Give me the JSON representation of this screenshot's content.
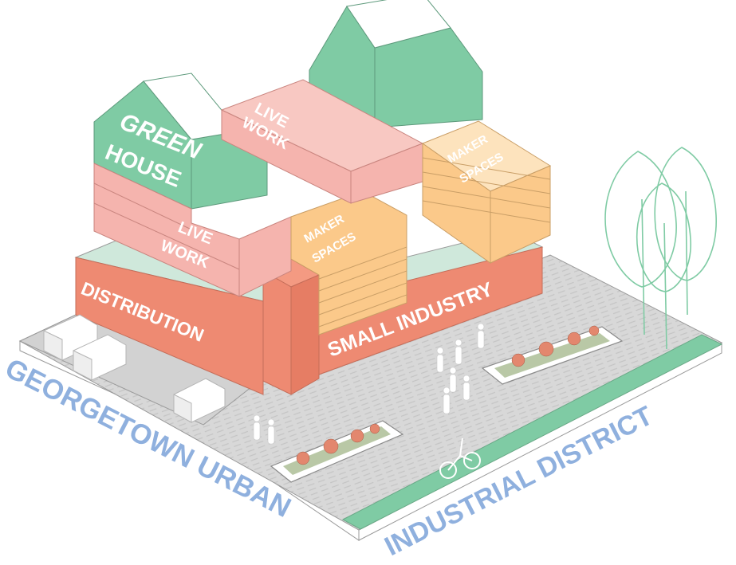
{
  "labels": {
    "green": "GREEN",
    "house": "HOUSE",
    "live_work_top": [
      "LIVE",
      "WORK"
    ],
    "live_work_mid": [
      "LIVE",
      "WORK"
    ],
    "maker_spaces_right": [
      "MAKER",
      "SPACES"
    ],
    "maker_spaces_center": [
      "MAKER",
      "SPACES"
    ],
    "distribution": "DISTRIBUTION",
    "small_industry": "SMALL INDUSTRY"
  },
  "edge_labels": {
    "left": "GEORGETOWN URBAN",
    "right": "INDUSTRIAL DISTRICT"
  },
  "colors": {
    "green": "#7fcba4",
    "pink": "#f5b4ae",
    "orange": "#fbc98a",
    "red": "#ee8a72",
    "road": "#d9d9d9",
    "bikeway": "#7fcba4",
    "edge_text": "#8fb0de"
  }
}
